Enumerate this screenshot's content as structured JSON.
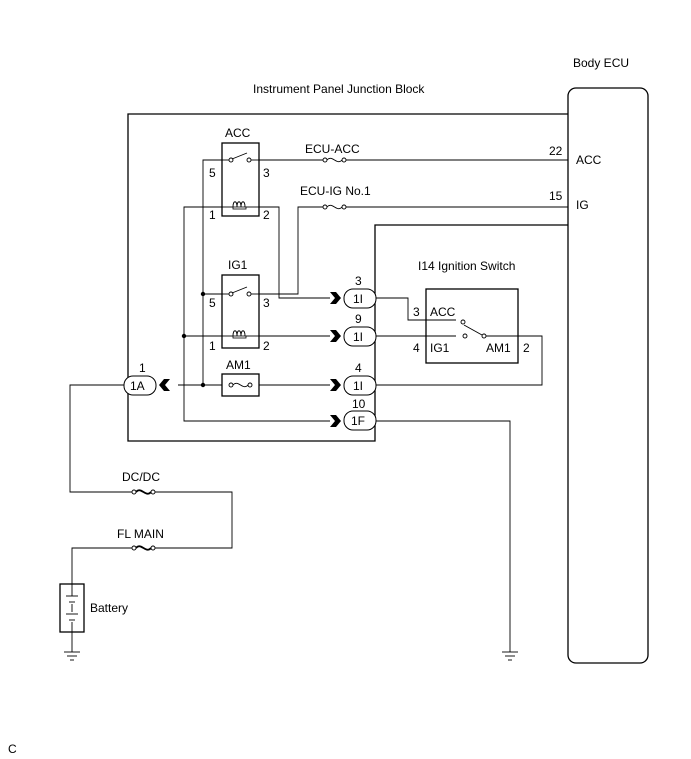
{
  "labels": {
    "body_ecu": "Body ECU",
    "junction_block": "Instrument Panel Junction Block",
    "ignition_switch": "I14 Ignition Switch",
    "battery": "Battery",
    "footer_code": "C"
  },
  "relays": {
    "acc": {
      "name": "ACC",
      "pin5": "5",
      "pin3": "3",
      "pin1": "1",
      "pin2": "2"
    },
    "ig1": {
      "name": "IG1",
      "pin5": "5",
      "pin3": "3",
      "pin1": "1",
      "pin2": "2"
    }
  },
  "fuses": {
    "ecu_acc": "ECU-ACC",
    "ecu_ig": "ECU-IG No.1",
    "am1": "AM1",
    "dcdc": "DC/DC",
    "fl_main": "FL MAIN"
  },
  "ecu_terminals": {
    "acc": {
      "pin": "22",
      "name": "ACC"
    },
    "ig": {
      "pin": "15",
      "name": "IG"
    }
  },
  "connectors": {
    "c1": {
      "id": "1I",
      "pin": "3"
    },
    "c2": {
      "id": "1I",
      "pin": "9"
    },
    "c3": {
      "id": "1I",
      "pin": "4"
    },
    "c4": {
      "id": "1F",
      "pin": "10"
    },
    "c5": {
      "id": "1A",
      "pin": "1"
    }
  },
  "switch": {
    "acc_pin": "3",
    "acc_label": "ACC",
    "ig1_pin": "4",
    "ig1_label": "IG1",
    "am1_label": "AM1",
    "am1_pin": "2"
  }
}
